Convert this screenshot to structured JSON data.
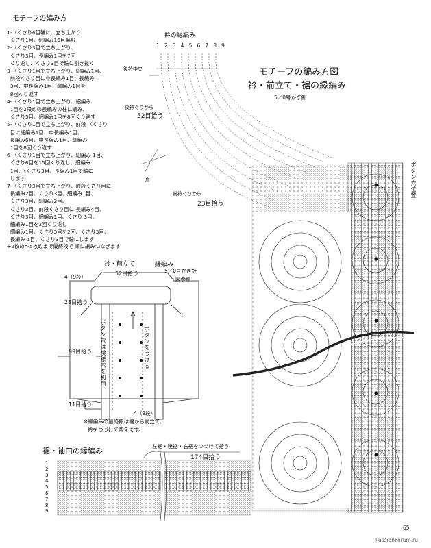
{
  "motif": {
    "title": "モチーフの編み方",
    "steps": [
      "1-〈くさり6目輪に、立ち上がり\n  くさり1目、細編み16目編む",
      "2-〈くさり3目で立ち上がり、\n  くさり3目、長編み1目を7回\n  くり返し、くさり3目で輪に引き抜く",
      "3-〈くさり1目で立ち上がり、細編み1目、\n  前段くさり目に中長編み1目、長編み\n  3目、中長編み1目、細編み1目を\n  8回くり返す",
      "4-〈くさり1目で立ち上がり、細編み\n  1目を2段めの長編みの柱に編み、\n  くさり5目、細編み1目を8回くり返す",
      "5-〈くさり1目で立ち上がり、前段 〈くさり\n  目に細編み1目、中長編み1目、\n  長編み6目、中長編み1目、細編み\n  1目を8回くり返す",
      "6-〈くさり1目で立ち上がり、細編み 1目、\n  くさり6目を15回くり返し、細編み\n  1目、〈くさり3目、長編み1目で輪に\n  します",
      "7-〈くさり3目で立ち上がり、前段くさり目に\n  長編み2目、くさり3目、細編み1目、\n  くさり3目、細編み2目、\n  くさり3目、前段くさり目に 長編み4目、\n  くさり3目、細編み1目、くさり 3目、\n  細編み1目を3回くり返し\n  細編み1目、くさり3目を2回、くさり3目、\n  長編み 1目、くさり3目で輪にします"
    ],
    "note": "※2枚め～5枚めまで最終段で 順に編みつなぎます"
  },
  "collar": {
    "title": "衿の縁編み",
    "row_numbers": [
      "1",
      "2",
      "3",
      "4",
      "5",
      "6",
      "7",
      "8",
      "9"
    ],
    "back_center": "後衿中央",
    "back_pickup": "後衿ぐりから",
    "back_count": "52目拾う",
    "shoulder": "肩",
    "front_pickup": "前衿ぐりから",
    "front_count": "23目拾う"
  },
  "diagram_title": {
    "line1": "モチーフの編み方図",
    "line2": "衿・前立て・裾の縁編み",
    "hook": "5／0号かぎ針"
  },
  "button_position": "ボタン穴位置",
  "front": {
    "title": "衿・前立て",
    "edging": "縁編み",
    "hook": "5／0号かぎ針",
    "ref": "図参照",
    "collar_rows": "4（9段）",
    "collar_count": "52目拾う",
    "neck_count": "23目拾う",
    "side_count": "99目拾う",
    "hem_count": "11目拾う",
    "bottom_rows": "4（9段）",
    "buttonhole_note": "ボタン穴は模様穴を利用",
    "button_note": "ボタンをつける",
    "note1": "※縁編みの最終段は裾から前立て、",
    "note2": "衿をつづけて整えます。"
  },
  "hem": {
    "title": "裾・袖口の縁編み",
    "note": "左裾・後裾・右裾をつづけて拾う",
    "count": "174目拾う",
    "rows": [
      "1",
      "2",
      "3",
      "4",
      "5",
      "6",
      "7",
      "8",
      "9"
    ]
  },
  "page_number": "65",
  "watermark": "PassionForum.ru"
}
